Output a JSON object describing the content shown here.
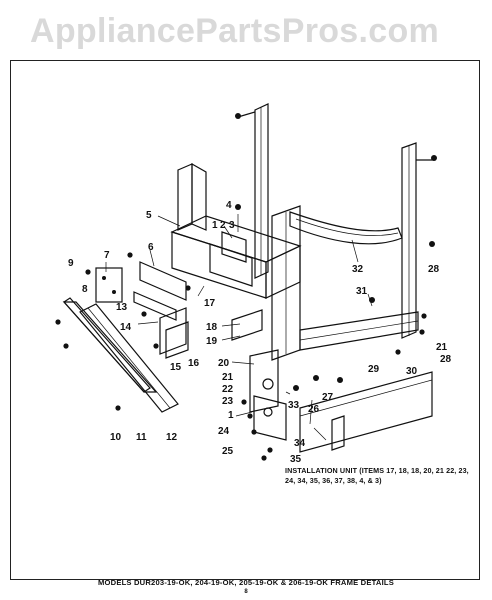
{
  "watermark": "AppliancePartsPros.com",
  "installation_note": "INSTALLATION UNIT (ITEMS 17, 18, 18, 20, 21 22, 23, 24, 34, 35, 36, 37, 38, 4, & 3)",
  "footer_title": "MODELS DUR203-19-OK, 204-19-OK, 205-19-OK & 206-19-OK FRAME DETAILS",
  "page_number": "8",
  "part_callouts": [
    "1",
    "2",
    "3",
    "4",
    "5",
    "6",
    "7",
    "8",
    "9",
    "10",
    "11",
    "12",
    "13",
    "14",
    "15",
    "16",
    "17",
    "18",
    "19",
    "20",
    "21",
    "22",
    "23",
    "24",
    "25",
    "26",
    "27",
    "28",
    "29",
    "30",
    "31",
    "32",
    "33",
    "34",
    "35"
  ]
}
